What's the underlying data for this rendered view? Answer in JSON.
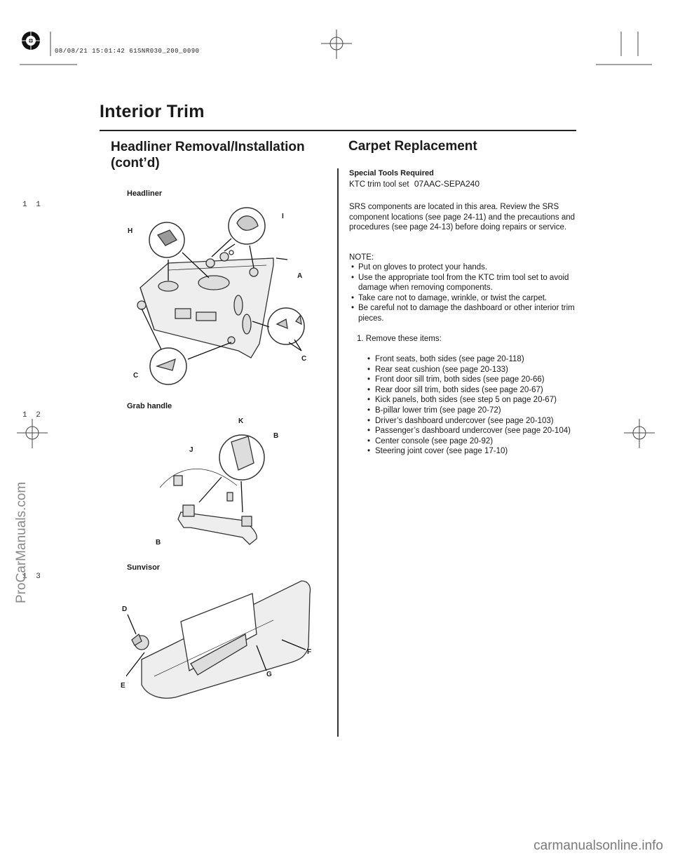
{
  "header": {
    "print_stamp": "08/08/21 15:01:42 61SNR030_200_0090",
    "page_title": "Interior Trim"
  },
  "left_section": {
    "title_line1": "Headliner Removal/Installation",
    "title_line2": "(cont’d)",
    "figures": {
      "headliner": {
        "label": "Headliner",
        "callouts": {
          "H": "H",
          "I": "I",
          "A": "A",
          "C1": "C",
          "C2": "C"
        }
      },
      "grab_handle": {
        "label": "Grab handle",
        "callouts": {
          "K": "K",
          "B1": "B",
          "J": "J",
          "B2": "B"
        }
      },
      "sunvisor": {
        "label": "Sunvisor",
        "callouts": {
          "D": "D",
          "F": "F",
          "G": "G",
          "E": "E"
        }
      }
    }
  },
  "right_section": {
    "title": "Carpet Replacement",
    "tools_heading": "Special Tools Required",
    "tools_text": "KTC trim tool set",
    "tools_part_number": "07AAC-SEPA240",
    "srs_paragraph": "SRS components are located in this area. Review the SRS component locations (see page 24-11) and the precautions and procedures (see page 24-13) before doing repairs or service.",
    "note_heading": "NOTE:",
    "notes": [
      "Put on gloves to protect your hands.",
      "Use the appropriate tool from the KTC trim tool set to avoid damage when removing components.",
      "Take care not to damage, wrinkle, or twist the carpet.",
      "Be careful not to damage the dashboard or other interior trim pieces."
    ],
    "step1": "1.  Remove these items:",
    "step1_items": [
      "Front seats, both sides (see page 20-118)",
      "Rear seat cushion (see page 20-133)",
      "Front door sill trim, both sides (see page 20-66)",
      "Rear door sill trim, both sides (see page 20-67)",
      "Kick panels, both sides (see step 5 on page 20-67)",
      "B-pillar lower trim (see page 20-72)",
      "Driver’s dashboard undercover (see page 20-103)",
      "Passenger’s dashboard undercover (see page 20-104)",
      "Center console (see page 20-92)",
      "Steering joint cover (see page 17-10)"
    ]
  },
  "margin_marks": [
    "1 1",
    "1 2",
    "1 3"
  ],
  "watermarks": {
    "side": "ProCarManuals.com",
    "bottom": "carmanualsonline.info"
  }
}
